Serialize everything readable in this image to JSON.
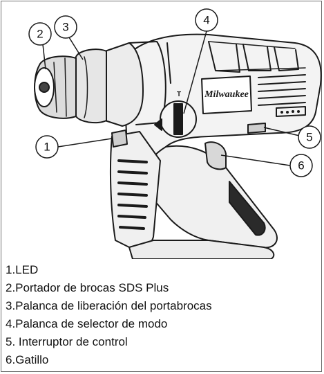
{
  "callouts": [
    {
      "number": "1"
    },
    {
      "number": "2"
    },
    {
      "number": "3"
    },
    {
      "number": "4"
    },
    {
      "number": "5"
    },
    {
      "number": "6"
    }
  ],
  "brand_logo": "Milwaukee",
  "legend": [
    "1.LED",
    "2.Portador de brocas SDS Plus",
    "3.Palanca de liberación del portabrocas",
    "4.Palanca de selector de modo",
    "5. Interruptor de control",
    "6.Gatillo"
  ]
}
